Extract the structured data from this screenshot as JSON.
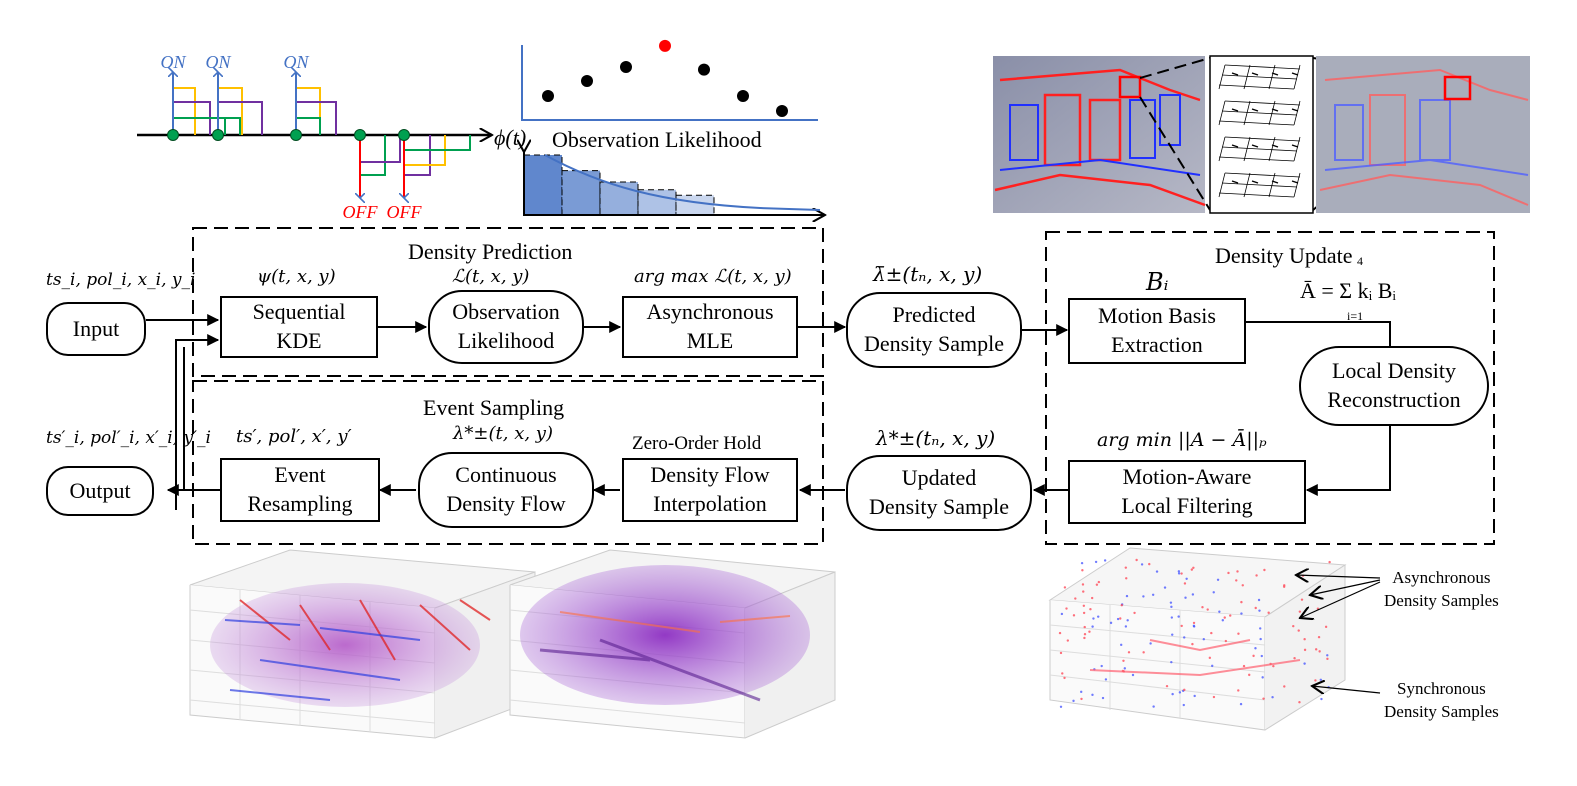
{
  "colors": {
    "on": "#4472c4",
    "off": "#ff0000",
    "event_green": "#00a050",
    "event_orange": "#ffc000",
    "event_purple": "#7030a0",
    "kernel": "#4472c4",
    "highlight_point": "#ff0000"
  },
  "icons": {
    "image_scene_left": "building-event-image-icon",
    "image_grid": "local-patch-grid-icon",
    "image_scene_right": "building-event-image-icon"
  },
  "top": {
    "on_label": "ON",
    "off_label": "OFF",
    "phi_label": "ϕ(t)",
    "likelihood_label": "Observation Likelihood",
    "likelihood_points": [
      0.25,
      0.42,
      0.58,
      0.82,
      0.55,
      0.25,
      0.08
    ],
    "likelihood_peak_index": 3,
    "kernel_levels": [
      1.0,
      0.74,
      0.55,
      0.42,
      0.33
    ]
  },
  "inputs": {
    "input_sig": "ts_i, pol_i, x_i, y_i",
    "input": "Input",
    "output_sig": "ts′_i, pol′_i, x′_i, y′_i",
    "output": "Output"
  },
  "prediction": {
    "title": "Density Prediction",
    "kde_math": "ψ(t, x, y)",
    "kde": [
      "Sequential",
      "KDE"
    ],
    "obs_math": "ℒ(t, x, y)",
    "obs": [
      "Observation",
      "Likelihood"
    ],
    "mle_math": "arg max ℒ(t, x, y)",
    "mle": [
      "Asynchronous",
      "MLE"
    ]
  },
  "predicted": {
    "math": "λ̄±(tₙ, x, y)",
    "label": [
      "Predicted",
      "Density Sample"
    ]
  },
  "update": {
    "title": "Density Update",
    "basis_math": "Bᵢ",
    "basis": [
      "Motion Basis",
      "Extraction"
    ],
    "formula": "Ā = Σ kᵢ Bᵢ",
    "formula_sup": "4",
    "formula_sub": "i=1",
    "recon": [
      "Local Density",
      "Reconstruction"
    ],
    "filter_math": "arg min ||A − Ā||ₚ",
    "filter": [
      "Motion-Aware",
      "Local Filtering"
    ]
  },
  "updated": {
    "math": "λ*±(tₙ, x, y)",
    "label": [
      "Updated",
      "Density Sample"
    ]
  },
  "sampling": {
    "title": "Event Sampling",
    "interp_caption": "Zero-Order Hold",
    "interp": [
      "Density Flow",
      "Interpolation"
    ],
    "flow_math": "λ*±(t, x, y)",
    "flow": [
      "Continuous",
      "Density Flow"
    ],
    "resample_math": "ts′, pol′, x′, y′",
    "resample": [
      "Event",
      "Resampling"
    ]
  },
  "bottom": {
    "async_label": [
      "Asynchronous",
      "Density Samples"
    ],
    "sync_label": [
      "Synchronous",
      "Density Samples"
    ]
  }
}
